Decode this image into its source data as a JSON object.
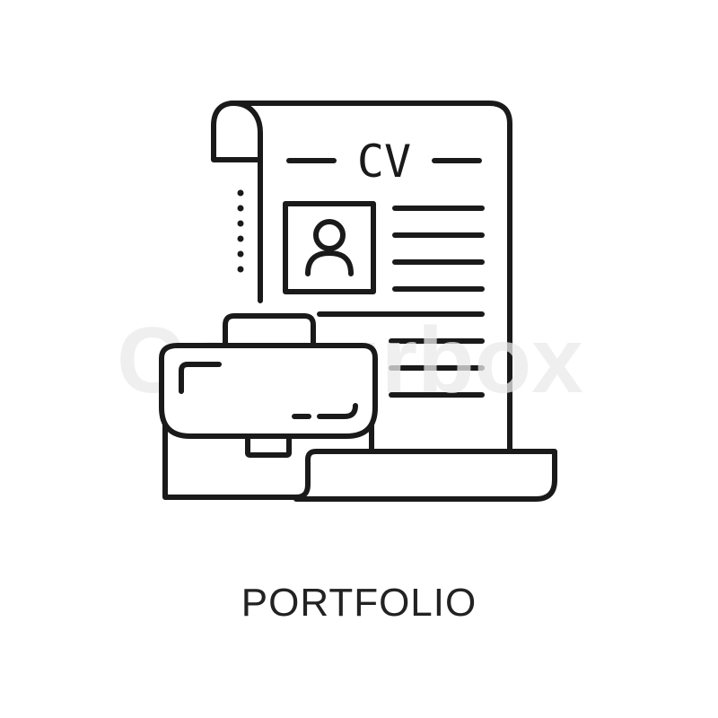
{
  "icon": {
    "name": "cv-portfolio-icon",
    "document_heading": "CV",
    "caption": "PORTFOLIO",
    "stroke_color": "#1a1a1a",
    "background_color": "#ffffff"
  },
  "watermark": {
    "text": "Colourbox",
    "color": "#e9e9e9"
  }
}
